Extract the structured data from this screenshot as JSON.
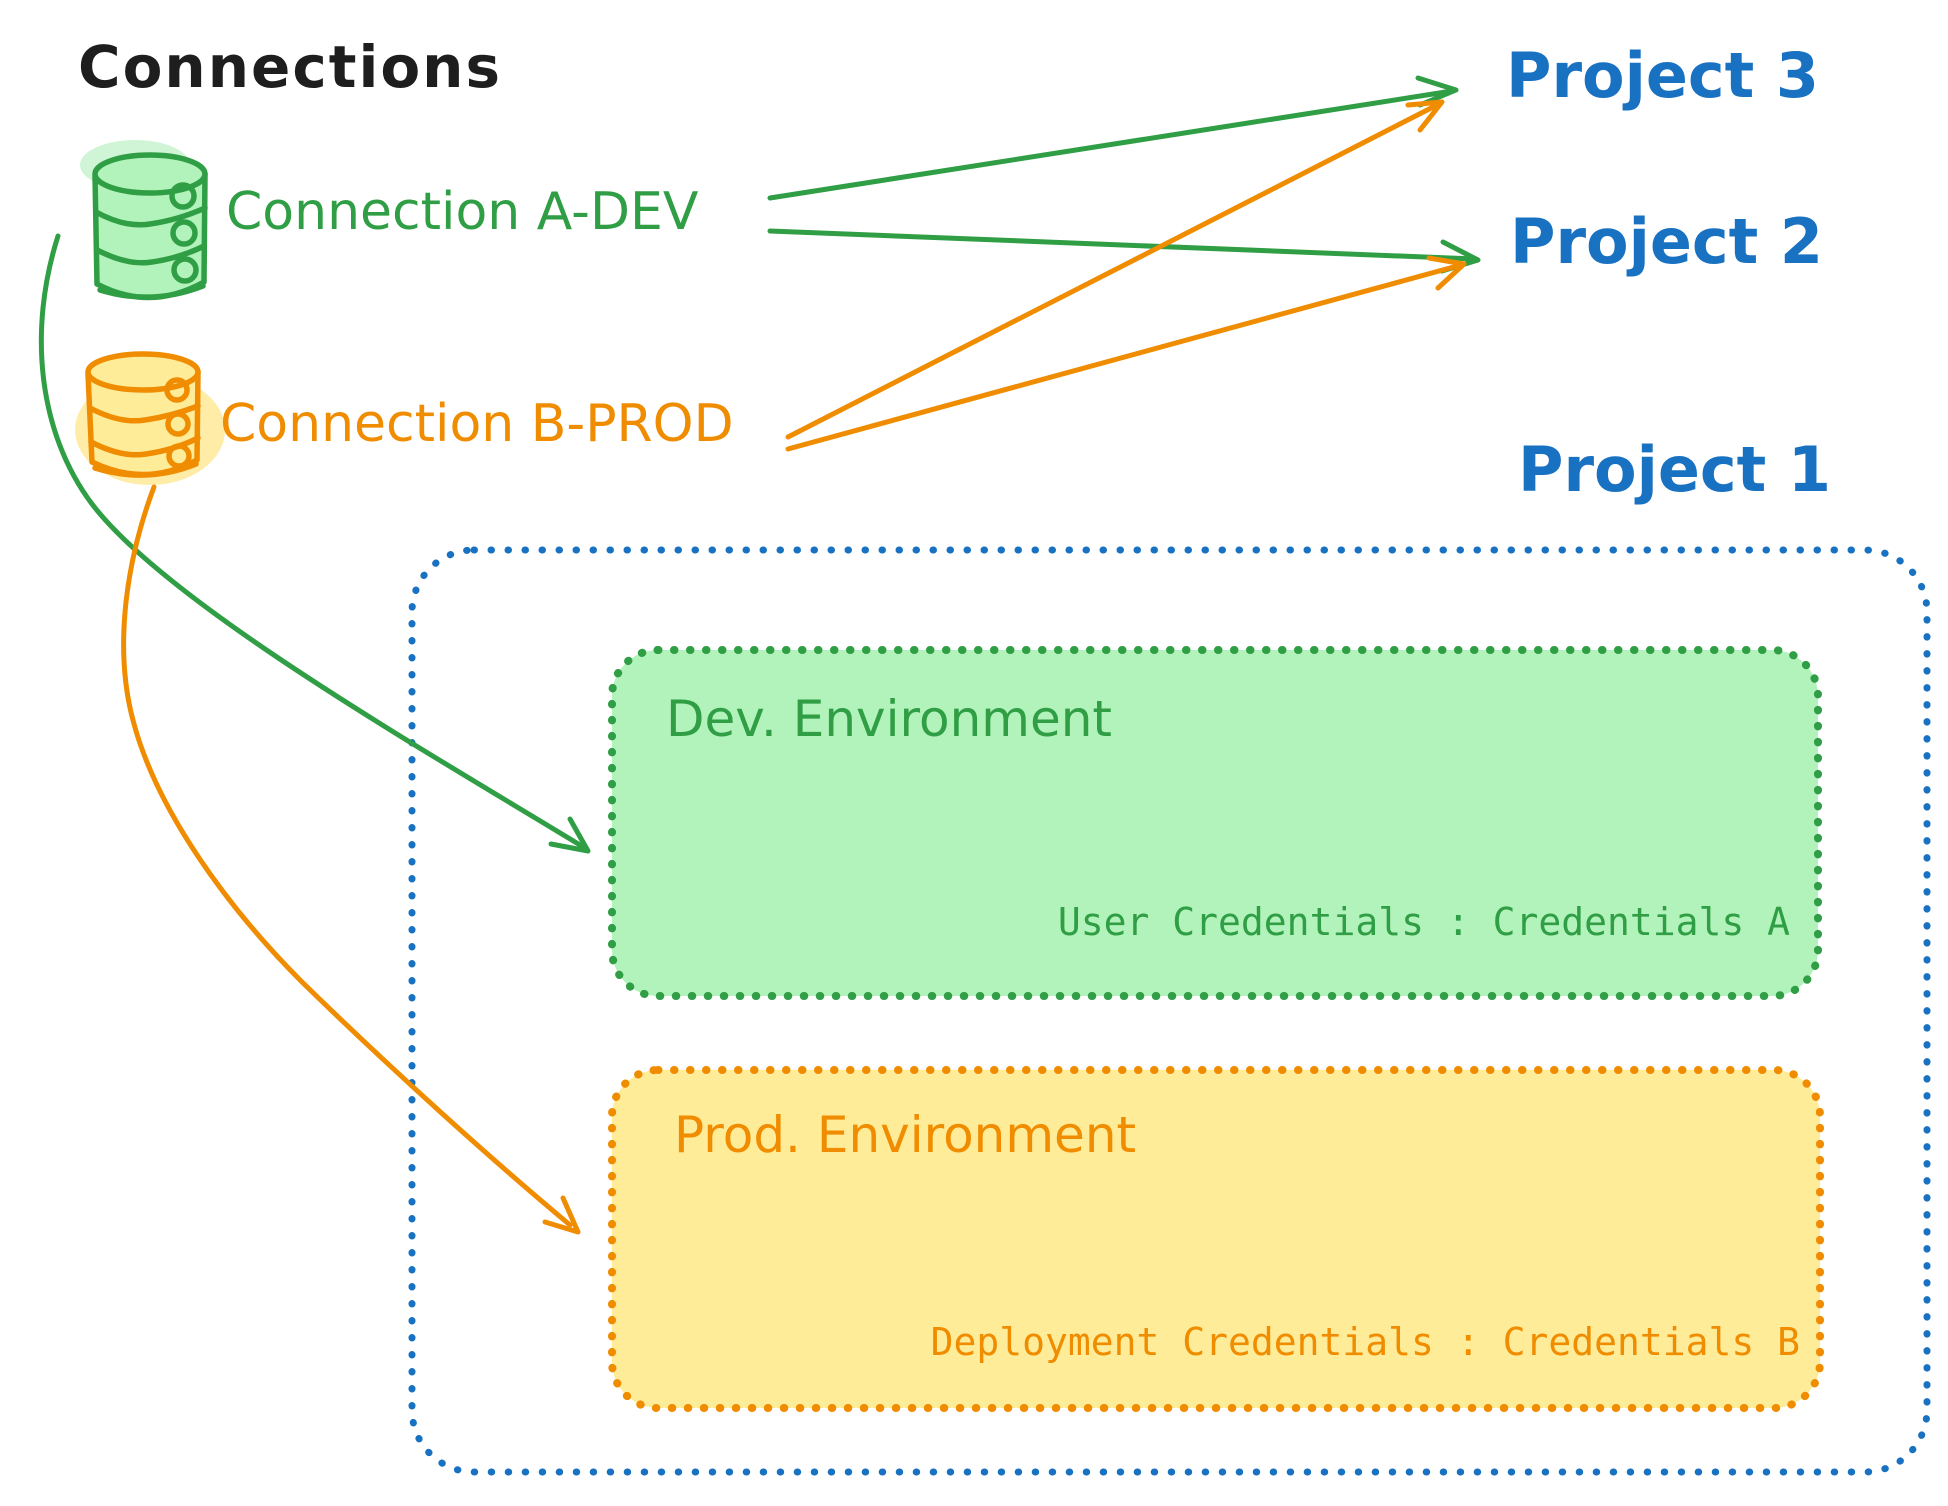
{
  "title": "Connections",
  "colors": {
    "ink": "#1e1e1e",
    "blue": "#1971c2",
    "green": "#2f9e44",
    "green-fill": "#b2f2bb",
    "orange": "#f08c00",
    "orange-fill": "#ffec99",
    "canvas-bg": "#ffffff"
  },
  "connections": [
    {
      "label": "Connection A-DEV",
      "color": "#2f9e44",
      "icon": "database-icon"
    },
    {
      "label": "Connection B-PROD",
      "color": "#f08c00",
      "icon": "database-icon"
    }
  ],
  "projects": [
    {
      "label": "Project 3"
    },
    {
      "label": "Project 2"
    },
    {
      "label": "Project 1"
    }
  ],
  "project1_box": {
    "environments": [
      {
        "title": "Dev. Environment",
        "credentials_label": "User Credentials : Credentials A"
      },
      {
        "title": "Prod. Environment",
        "credentials_label": "Deployment Credentials : Credentials B"
      }
    ]
  },
  "links": [
    {
      "from": "Connection A-DEV",
      "to": "Project 3",
      "color": "green"
    },
    {
      "from": "Connection A-DEV",
      "to": "Project 2",
      "color": "green"
    },
    {
      "from": "Connection B-PROD",
      "to": "Project 3",
      "color": "orange"
    },
    {
      "from": "Connection B-PROD",
      "to": "Project 2",
      "color": "orange"
    },
    {
      "from": "Connection A-DEV",
      "to": "Dev. Environment",
      "color": "green"
    },
    {
      "from": "Connection B-PROD",
      "to": "Prod. Environment",
      "color": "orange"
    }
  ]
}
